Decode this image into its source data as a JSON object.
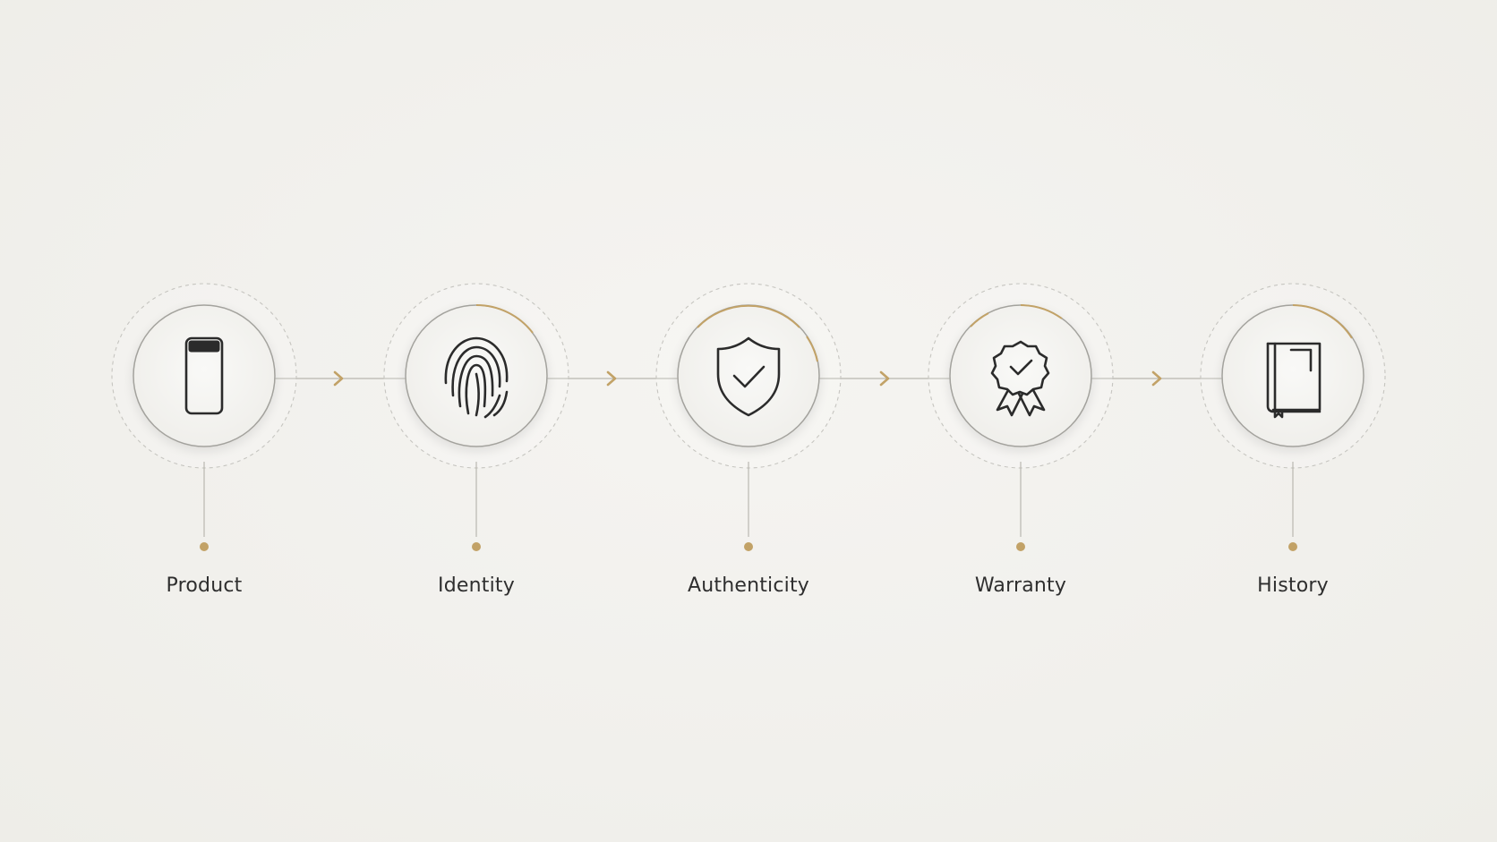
{
  "colors": {
    "accent": "#c2a267",
    "ring": "#9f9f9b",
    "icon": "#2b2b2b",
    "label": "#2e2e2e",
    "background": "#f2f1ed"
  },
  "steps": [
    {
      "label": "Product",
      "icon": "phone-icon"
    },
    {
      "label": "Identity",
      "icon": "fingerprint-icon"
    },
    {
      "label": "Authenticity",
      "icon": "shield-check-icon"
    },
    {
      "label": "Warranty",
      "icon": "award-badge-icon"
    },
    {
      "label": "History",
      "icon": "book-icon"
    }
  ]
}
